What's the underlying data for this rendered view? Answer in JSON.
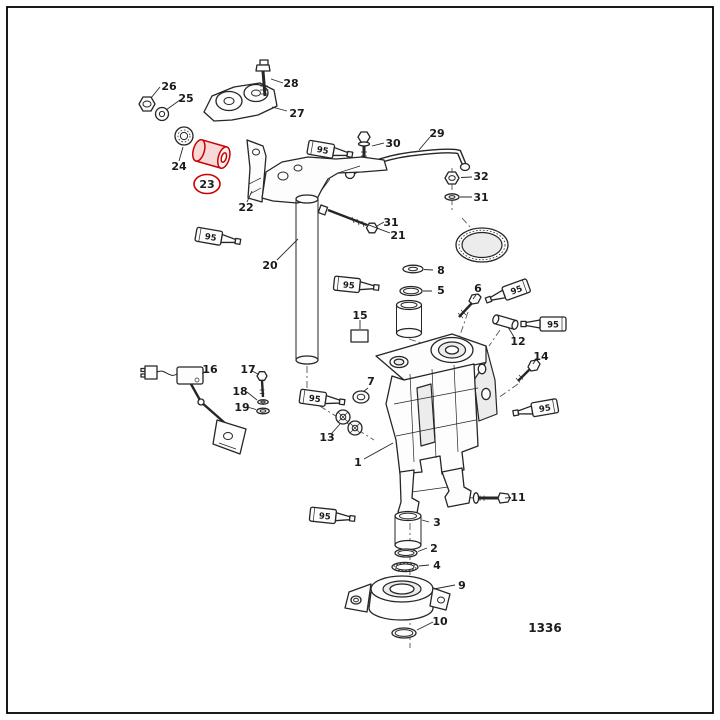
{
  "page": {
    "number": "1336"
  },
  "lube_label": "95",
  "highlight": {
    "part": "23",
    "color": "#cc0000"
  },
  "callouts": {
    "part1": "1",
    "part2": "2",
    "part3": "3",
    "part4": "4",
    "part5": "5",
    "part6": "6",
    "part7": "7",
    "part8": "8",
    "part9": "9",
    "part10": "10",
    "part11": "11",
    "part12": "12",
    "part13": "13",
    "part14": "14",
    "part15": "15",
    "part16": "16",
    "part17": "17",
    "part18": "18",
    "part19": "19",
    "part20": "20",
    "part21": "21",
    "part22": "22",
    "part23": "23",
    "part24": "24",
    "part25": "25",
    "part26": "26",
    "part27": "27",
    "part28": "28",
    "part29": "29",
    "part30": "30",
    "part31": "31",
    "part32": "32"
  }
}
